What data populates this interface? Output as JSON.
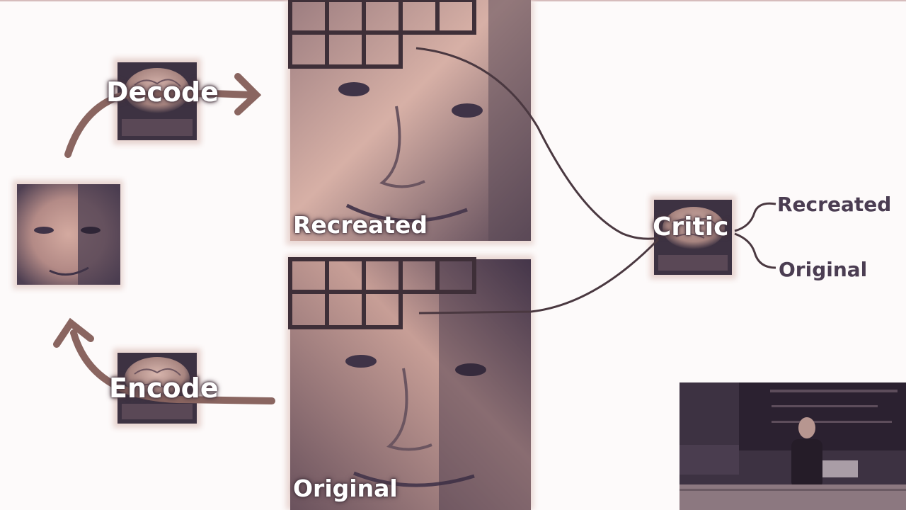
{
  "labels": {
    "decode": "Decode",
    "encode": "Encode",
    "critic": "Critic",
    "recreated_photo": "Recreated",
    "original_photo": "Original",
    "output_recreated": "Recreated",
    "output_original": "Original"
  },
  "colors": {
    "background": "#fdfafa",
    "arrow": "#8a6560",
    "curve": "#4a3840",
    "photo_light": "#d9b2a9",
    "photo_dark": "#3f3347",
    "grid": "#3e2f38"
  }
}
